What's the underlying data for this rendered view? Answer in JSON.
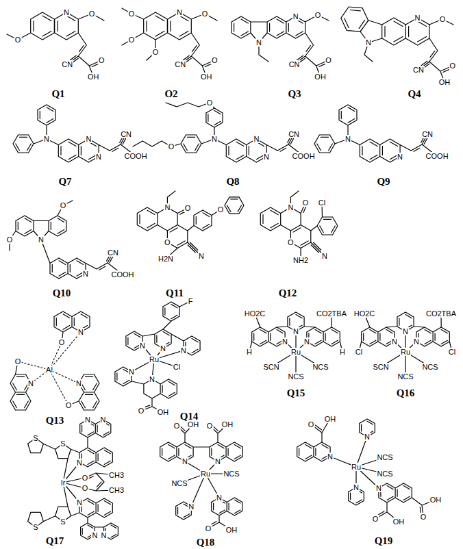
{
  "diagram": {
    "labels": [
      "N",
      "O",
      "O",
      "CN",
      "O",
      "OH",
      "Q1",
      "N",
      "O",
      "O",
      "O",
      "O",
      "CN",
      "O",
      "OH",
      "O2",
      "N",
      "N",
      "O",
      "CN",
      "O",
      "OH",
      "Q3",
      "N",
      "O",
      "N",
      "CN",
      "O",
      "OH",
      "Q4",
      "N",
      "N",
      "N",
      "CN",
      "COOH",
      "Q7",
      "O",
      "N",
      "N",
      "N",
      "O",
      "CN",
      "COOH",
      "Q8",
      "N",
      "N",
      "CN",
      "COOH",
      "Q9",
      "O",
      "O",
      "N",
      "N",
      "CN",
      "COOH",
      "Q10",
      "N",
      "O",
      "O",
      "O",
      "H2N",
      "N",
      "Q11",
      "N",
      "Cl",
      "O",
      "O",
      "NH2",
      "N",
      "Q12",
      "N",
      "O",
      "O",
      "Al",
      "N",
      "N",
      "O",
      "Q13",
      "F",
      "N",
      "N",
      "N",
      "Ru",
      "Cl",
      "N",
      "N",
      "O",
      "OH",
      "Q14",
      "HO2C",
      "CO2TBA",
      "N",
      "N",
      "N",
      "Ru",
      "H",
      "H",
      "SCN",
      "NCS",
      "NCS",
      "Q15",
      "HO2C",
      "CO2TBA",
      "N",
      "N",
      "N",
      "Ru",
      "Cl",
      "Cl",
      "SCN",
      "NCS",
      "NCS",
      "Q16",
      "N",
      "N",
      "S",
      "S",
      "N",
      "Ir",
      "O",
      "CH3",
      "O",
      "CH3",
      "S",
      "S",
      "N",
      "N",
      "N",
      "Q17",
      "O",
      "OH",
      "O",
      "OH",
      "N",
      "N",
      "Ru",
      "NCS",
      "NCS",
      "N",
      "N",
      "O",
      "OH",
      "Q18",
      "O",
      "OH",
      "N",
      "N",
      "Ru",
      "NCS",
      "NCS",
      "N",
      "N",
      "O",
      "OH",
      "OH",
      "O",
      "Q19"
    ]
  }
}
